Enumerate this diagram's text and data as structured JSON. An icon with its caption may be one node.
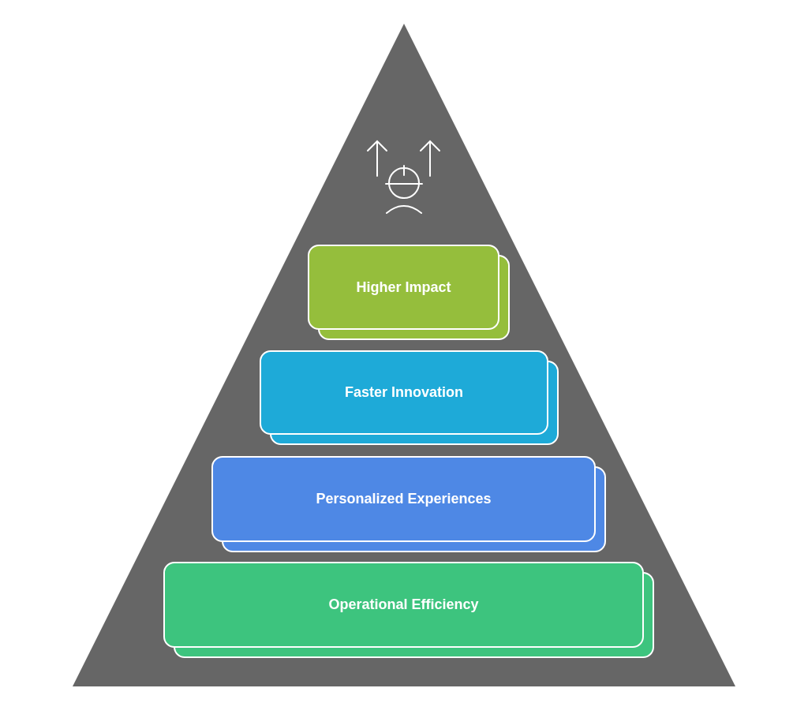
{
  "diagram": {
    "nodes": [
      {
        "text": [
          "Higher Impact"
        ]
      },
      {
        "text": [
          "Faster Innovation"
        ]
      },
      {
        "text": [
          "Personalized Experiences"
        ]
      },
      {
        "text": [
          "Operational Efficiency"
        ]
      }
    ]
  }
}
